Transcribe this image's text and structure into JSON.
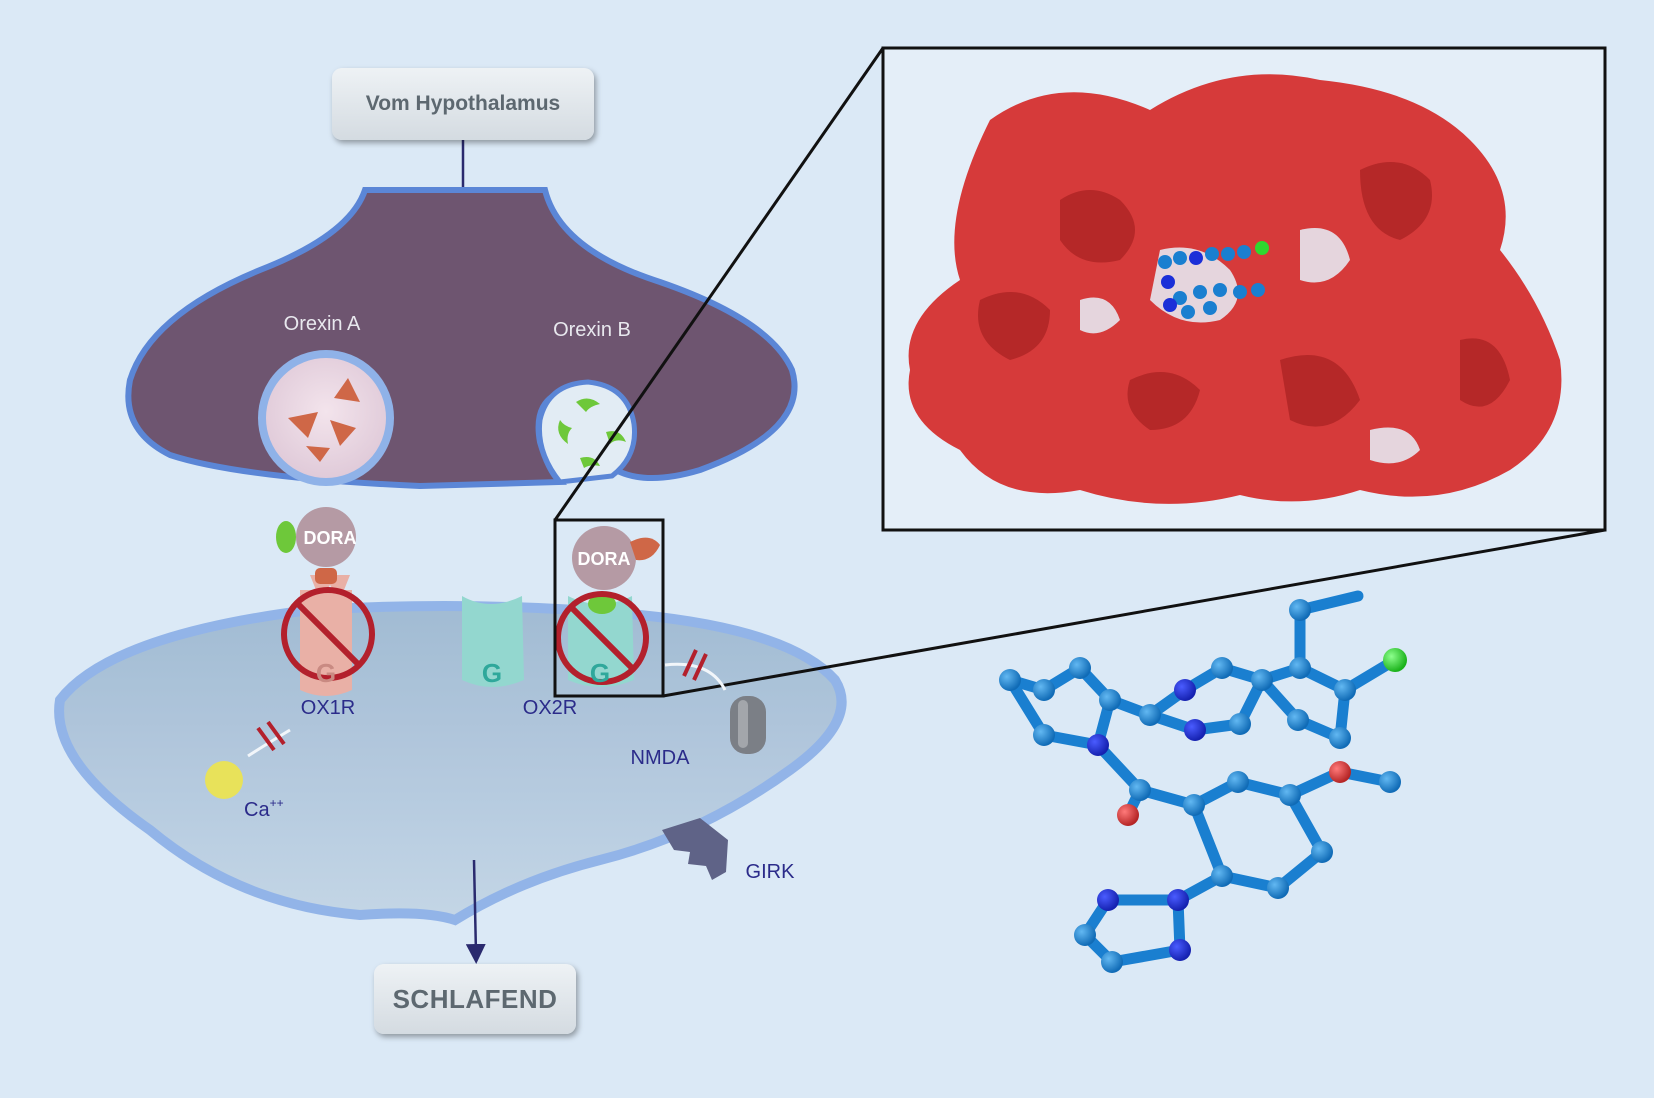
{
  "header_box": {
    "label": "Vom Hypothalamus"
  },
  "footer_box": {
    "label": "SCHLAFEND"
  },
  "vesicles": {
    "orexin_a": "Orexin A",
    "orexin_b": "Orexin B"
  },
  "antagonist": {
    "left_label": "DORA",
    "right_label": "DORA"
  },
  "receptors": {
    "ox1r": "OX1R",
    "ox2r": "OX2R",
    "g_protein_left": "G",
    "g_protein_middle": "G",
    "g_protein_right": "G"
  },
  "channels": {
    "nmda": "NMDA",
    "girk": "GIRK"
  },
  "ion": {
    "calcium": "Ca",
    "calcium_charge": "++"
  },
  "colors": {
    "background": "#dbe9f6",
    "presynaptic_fill": "#6e5570",
    "membrane_blue": "#5b86d6",
    "postsynaptic_fill": "#a9c1d8",
    "inhibit_red": "#b3202c",
    "protein_red": "#d63a3a",
    "atom_blue": "#1a7fd0",
    "atom_dark_blue": "#1b2fd8",
    "atom_red": "#d13b3b",
    "atom_green": "#2fd82f",
    "g_protein_teal": "#93d7cf"
  }
}
